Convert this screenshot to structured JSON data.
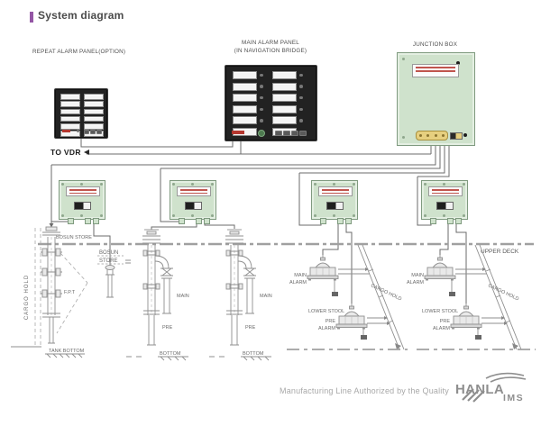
{
  "title": "System diagram",
  "top_panels": {
    "repeat_label": "REPEAT ALARM PANEL(OPTION)",
    "main_label_1": "MAIN ALARM PANEL",
    "main_label_2": "(IN NAVIGATION BRIDGE)",
    "junction_label": "JUNCTION BOX"
  },
  "wiring": {
    "to_vdr": "TO VDR"
  },
  "ship": {
    "upper_deck": "UPPER DECK",
    "bosun_store": "BOSUN STORE",
    "bosun_box_1": "BOSUN",
    "bosun_box_2": "STORE",
    "cargo_hold_vertical": "CARGO HOLD",
    "fpt": "F.P.T",
    "tank_bottom": "TANK BOTTOM",
    "assembly1": {
      "main": "MAIN",
      "pre": "PRE",
      "bottom": "BOTTOM"
    },
    "assembly2": {
      "main": "MAIN",
      "pre": "PRE",
      "bottom": "BOTTOM"
    },
    "cluster1": {
      "main_1": "MAIN",
      "main_2": "ALARM",
      "pre_1": "PRE",
      "pre_2": "ALARM",
      "lower_stool": "LOWER STOOL",
      "cargo_hold": "CARGO HOLD"
    },
    "cluster2": {
      "main_1": "MAIN",
      "main_2": "ALARM",
      "pre_1": "PRE",
      "pre_2": "ALARM",
      "lower_stool": "LOWER STOOL",
      "cargo_hold": "CARGO HOLD"
    }
  },
  "footer": {
    "tagline": "Manufacturing Line Authorized by the Quality",
    "brand_top": "HANLA",
    "brand_bottom": "IMS"
  },
  "colors": {
    "accent": "#9456a5",
    "wire": "#6b6b6b",
    "line": "#8f8f8f",
    "mint": "#cfe2cc",
    "mint_border": "#7f9a7f",
    "red": "#b5372f",
    "yellow": "#e6cf7f"
  }
}
